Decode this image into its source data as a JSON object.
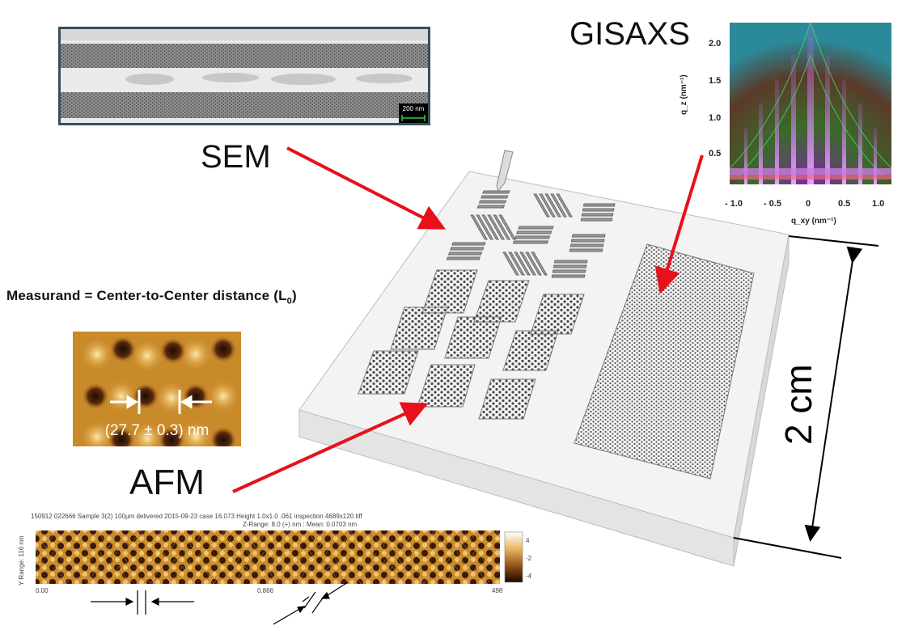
{
  "labels": {
    "sem": "SEM",
    "gisaxs": "GISAXS",
    "afm": "AFM",
    "measurand_prefix": "Measurand = Center-to-Center distance (L",
    "measurand_sub": "0",
    "measurand_suffix": ")",
    "dimension": "2 cm"
  },
  "sem": {
    "scale_bar": "200 nm"
  },
  "afm_zoom": {
    "value": "(27.7 ± 0.3) nm"
  },
  "afm_strip": {
    "header": "150912 022666 Sample 3(2) 100µm delivered 2015-09-23 case 16.073 Height 1.0x1.0 .061 inspection 4689x120.tiff",
    "subheader": "Z-Range: 8.0 (+) nm : Mean: 0.0703 nm",
    "y_range": "Y Range: 116 nm",
    "x_start": "0.00",
    "x_mid": "0.866",
    "x_end": "498",
    "colorbar_top": "4",
    "colorbar_mid": "-2",
    "colorbar_bot": "-4"
  },
  "gisaxs": {
    "y_axis_label": "q_z (nm⁻¹)",
    "x_axis_label": "q_xy (nm⁻¹)",
    "y_ticks": [
      "2.0",
      "1.5",
      "1.0",
      "0.5"
    ],
    "x_ticks": [
      "- 1.0",
      "- 0.5",
      "0",
      "0.5",
      "1.0"
    ]
  },
  "colors": {
    "arrow_red": "#e8101a",
    "block_face": "#f4f4f4",
    "block_side": "#e6e6e6",
    "afm_orange": "#c98a2a",
    "sem_frame": "#37505a"
  }
}
